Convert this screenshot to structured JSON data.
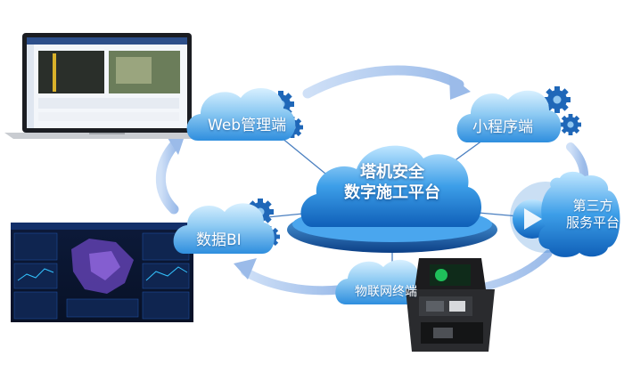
{
  "platform": {
    "line1": "塔机安全",
    "line2": "数字施工平台"
  },
  "nodes": {
    "web": "Web管理端",
    "miniprogram": "小程序端",
    "third_party_line1": "第三方",
    "third_party_line2": "服务平台",
    "bi": "数据BI",
    "iot": "物联网终端"
  },
  "colors": {
    "cloud_light": "#9fd3f5",
    "cloud_dark": "#2b89d8",
    "arrow": "#a9c7ef",
    "gear": "#1f67b8",
    "connector": "#4a7fc0"
  }
}
